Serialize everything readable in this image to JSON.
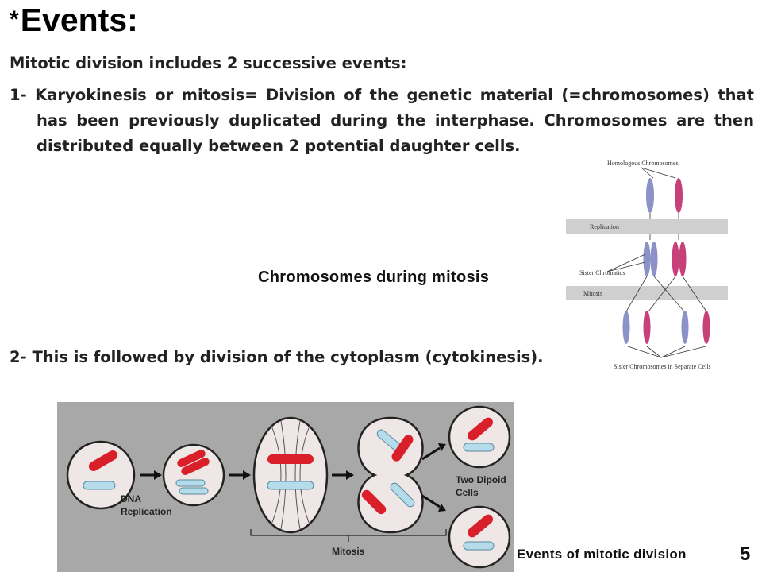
{
  "title": {
    "star": "*",
    "text": "Events:"
  },
  "intro": "Mitotic division includes 2 successive events:",
  "point1": "1- Karyokinesis or mitosis= Division of the genetic material (=chromosomes) that has been previously duplicated during the interphase. Chromosomes are then distributed equally between 2 potential daughter cells.",
  "point2": "2- This is followed by division of the cytoplasm (cytokinesis).",
  "captions": {
    "chromosomes_during_mitosis": "Chromosomes during mitosis",
    "events_of_mitotic_division": "Events of mitotic division"
  },
  "page_number": "5",
  "figure_chromosomes": {
    "homologous": "Homologous Chromosomes",
    "replication": "Replication",
    "sister_chromatids": "Sister Chromatids",
    "mitosis": "Mitosis",
    "sister_separate": "Sister Chromosomes in Separate Cells",
    "colors": {
      "blue": "#8a92c8",
      "pink": "#c8407a",
      "band": "#cfcfcf"
    }
  },
  "figure_events": {
    "dna_replication": [
      "DNA",
      "Replication"
    ],
    "two_diploid_cells": [
      "Two Dipoid",
      "Cells"
    ],
    "mitosis": "Mitosis",
    "colors": {
      "background": "#a8a8a8",
      "cell": "#efe6e6",
      "red": "#d9202a",
      "blue": "#b5dcea"
    }
  }
}
